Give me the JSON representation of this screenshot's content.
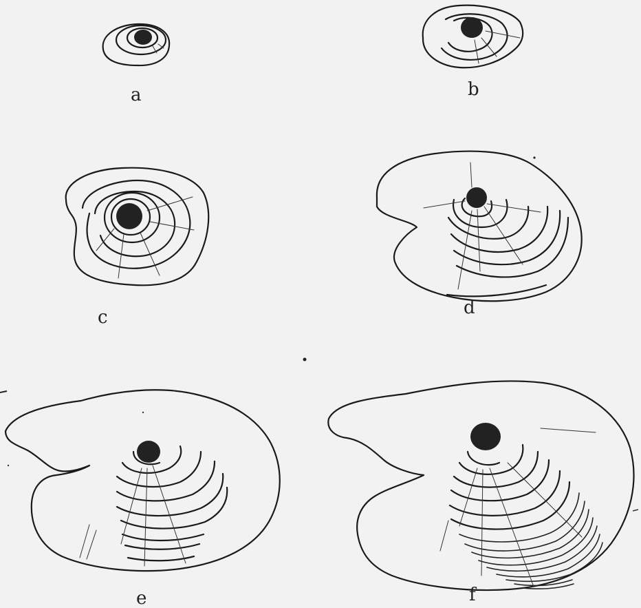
{
  "panels": [
    {
      "id": "a",
      "label": "a"
    },
    {
      "id": "b",
      "label": "b"
    },
    {
      "id": "c",
      "label": "c"
    },
    {
      "id": "d",
      "label": "d"
    },
    {
      "id": "e",
      "label": "e"
    },
    {
      "id": "f",
      "label": "f"
    }
  ],
  "colors": {
    "background": "#f2f2f2",
    "ink": "#1a1a1a"
  }
}
